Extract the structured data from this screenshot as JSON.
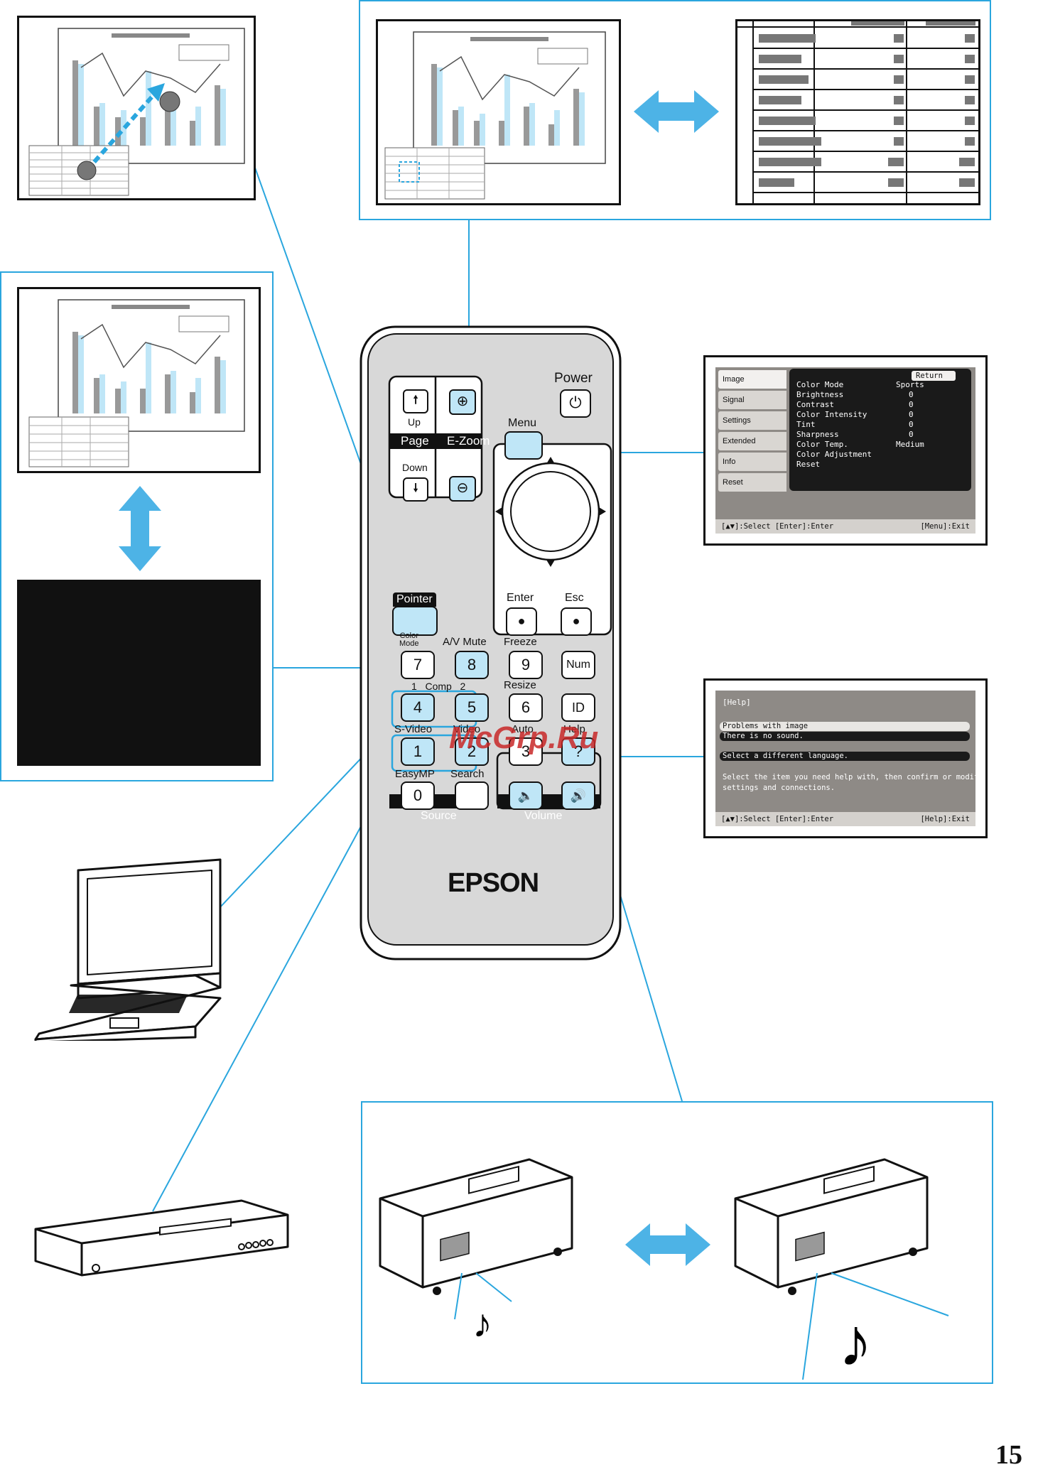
{
  "remote": {
    "labels": {
      "power": "Power",
      "up": "Up",
      "page": "Page",
      "down": "Down",
      "ezoom": "E-Zoom",
      "menu": "Menu",
      "pointer": "Pointer",
      "enter": "Enter",
      "esc": "Esc",
      "color_mode_1": "Color",
      "color_mode_2": "Mode",
      "av_mute": "A/V Mute",
      "freeze": "Freeze",
      "comp": "1   Comp   2",
      "resize": "Resize",
      "svideo": "S-Video",
      "video": "Video",
      "auto": "Auto",
      "help": "Help",
      "easymp": "EasyMP",
      "search": "Search",
      "source": "Source",
      "volume": "Volume",
      "brand": "EPSON"
    },
    "keys": {
      "k7": "7",
      "k8": "8",
      "k9": "9",
      "num": "Num",
      "k4": "4",
      "k5": "5",
      "k6": "6",
      "id": "ID",
      "k1": "1",
      "k2": "2",
      "k3": "3",
      "help": "?",
      "k0": "0"
    }
  },
  "menu_osd": {
    "tabs": [
      "Image",
      "Signal",
      "Settings",
      "Extended",
      "Info",
      "Reset"
    ],
    "return_label": "Return",
    "items": [
      {
        "name": "Color Mode",
        "value": "Sports"
      },
      {
        "name": "Brightness",
        "value": "0"
      },
      {
        "name": "Contrast",
        "value": "0"
      },
      {
        "name": "Color Intensity",
        "value": "0"
      },
      {
        "name": "Tint",
        "value": "0"
      },
      {
        "name": "Sharpness",
        "value": "0"
      },
      {
        "name": "Color Temp.",
        "value": "Medium"
      },
      {
        "name": "Color Adjustment",
        "value": ""
      },
      {
        "name": "Reset",
        "value": ""
      }
    ],
    "footer_left": "[▲▼]:Select [Enter]:Enter",
    "footer_right": "[Menu]:Exit"
  },
  "help_osd": {
    "title": "[Help]",
    "options": [
      "Problems with image",
      "There is no sound.",
      "Select a different language."
    ],
    "body_line1": "Select the item you need help with, then confirm or modify",
    "body_line2": "settings and connections.",
    "footer_left": "[▲▼]:Select [Enter]:Enter",
    "footer_right": "[Help]:Exit"
  },
  "watermark": "McGrp.Ru",
  "page_number": "15",
  "colors": {
    "accent": "#2aa6de",
    "key_fill": "#bfe6f7",
    "arrow": "#4db3e6"
  }
}
